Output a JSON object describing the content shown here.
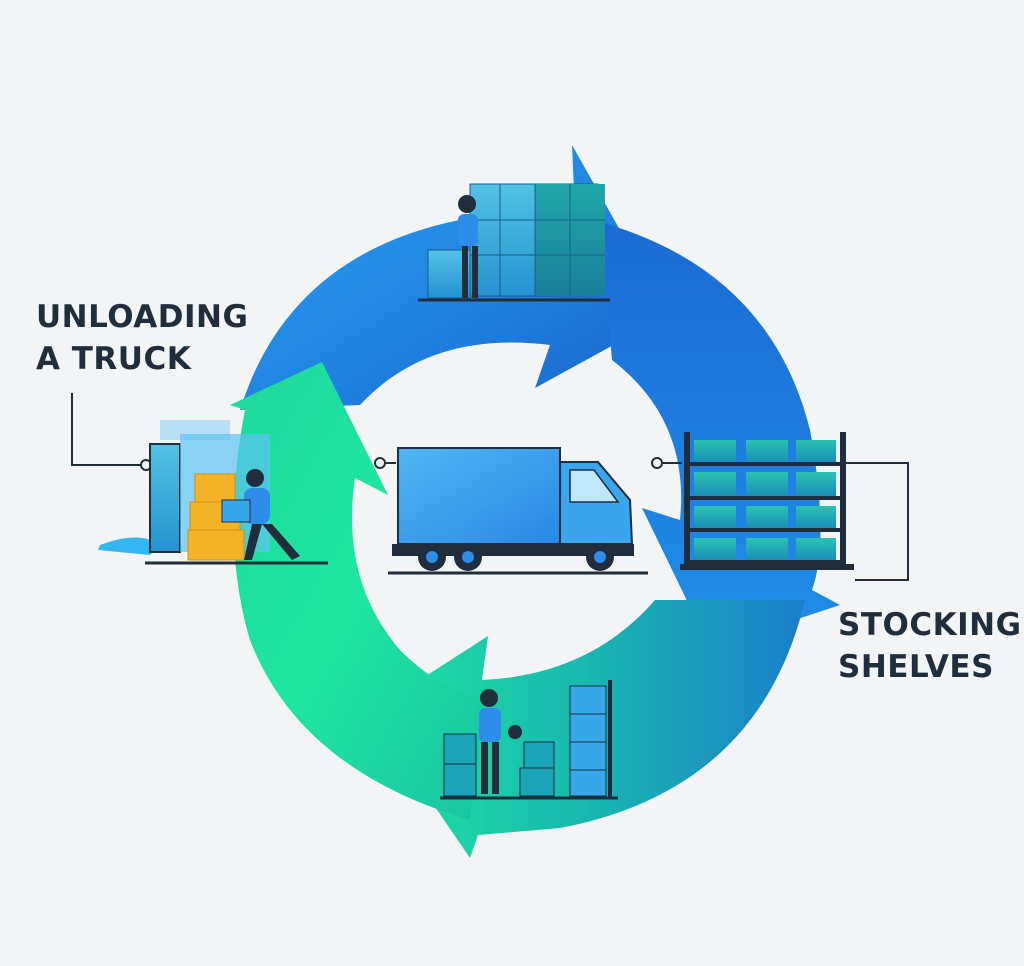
{
  "labels": {
    "unloading": {
      "line1": "UNLOADING",
      "line2": "A TRUCK"
    },
    "stocking": {
      "line1": "STOCKING",
      "line2": "SHELVES"
    }
  },
  "colors": {
    "background": "#f3f4f5",
    "label_text": "#1f2d3d",
    "arrow_blue_light": "#2a9df0",
    "arrow_blue_dark": "#1b6fd8",
    "arrow_green": "#1fe39a",
    "arrow_teal": "#1aa6b8",
    "box_orange": "#f4b326",
    "figure_dark": "#1f2d3d",
    "accent_blue": "#2d8de8"
  },
  "icons": {
    "top": "stacked-boxes-worker-icon",
    "left": "unloading-worker-icon",
    "center": "delivery-truck-icon",
    "right": "warehouse-shelves-icon",
    "bottom": "packing-worker-icon"
  }
}
